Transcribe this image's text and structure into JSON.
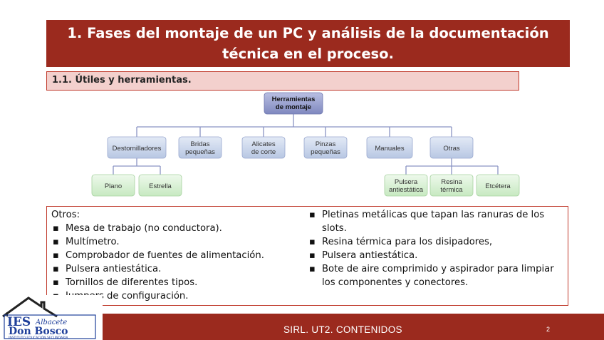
{
  "title": "1. Fases del montaje de un PC y análisis de la documentación\ntécnica en el proceso.",
  "subtitle": "1.1. Útiles y herramientas.",
  "diagram": {
    "root": [
      "Herramientas",
      "de montaje"
    ],
    "level1": [
      [
        "Destornilladores"
      ],
      [
        "Bridas",
        "pequeñas"
      ],
      [
        "Alicates",
        "de corte"
      ],
      [
        "Pinzas",
        "pequeñas"
      ],
      [
        "Manuales"
      ],
      [
        "Otras"
      ]
    ],
    "destornilladores_children": [
      [
        "Plano"
      ],
      [
        "Estrella"
      ]
    ],
    "otras_children": [
      [
        "Pulsera",
        "antiestática"
      ],
      [
        "Resina",
        "térmica"
      ],
      [
        "Etcétera"
      ]
    ]
  },
  "content": {
    "left_heading": "Otros:",
    "left_items": [
      "Mesa de trabajo (no conductora).",
      "Multímetro.",
      "Comprobador de fuentes de alimentación.",
      "Pulsera antiestática.",
      "Tornillos de diferentes tipos.",
      "Jumpers de configuración."
    ],
    "right_items": [
      "Pletinas metálicas que tapan las ranuras de los slots.",
      "Resina térmica para los disipadores,",
      "Pulsera antiestática.",
      "Bote de aire comprimido y aspirador para limpiar los componentes y conectores."
    ]
  },
  "footer": {
    "text": "SIRL. UT2. CONTENIDOS",
    "page": "2"
  },
  "logo": {
    "line1": "IES",
    "script": "Albacete",
    "line2": "Don Bosco",
    "line3": "INSTITUTO EDUCACIÓN SECUNDARIA"
  },
  "colors": {
    "accent": "#9b2a1e",
    "subtitle_bg": "#f3d0cd",
    "root_node": "#8f97c9",
    "level1_node": "#c9d5ea",
    "leaf_node": "#d6f0d2",
    "logo_blue": "#1f3f9a"
  }
}
